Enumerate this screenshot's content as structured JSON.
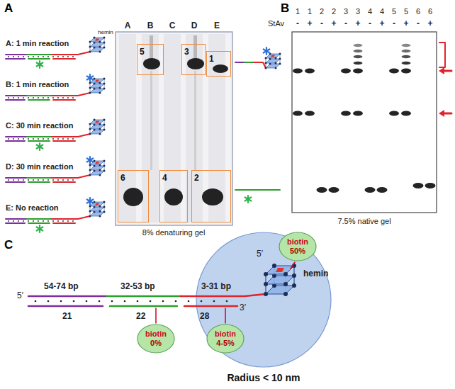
{
  "diagram": {
    "nodes": [
      {
        "text": [
          "5"
        ]
      },
      {
        "text": [
          "3"
        ]
      },
      {
        "text": [
          "1"
        ]
      },
      {
        "text": [
          "6"
        ]
      },
      {
        "text": [
          "4"
        ]
      },
      {
        "text": [
          "2"
        ]
      },
      {
        "text": [
          "biotin",
          "50%"
        ]
      },
      {
        "text": [
          "biotin",
          "0%"
        ]
      },
      {
        "text": [
          "biotin",
          "4-5%"
        ]
      }
    ],
    "labels": [
      "A",
      "A: 1 min reaction",
      "hemin",
      "B: 1 min reaction",
      "C: 30 min reaction",
      "D: 30 min reaction",
      "E: No reaction",
      "A",
      "B",
      "C",
      "D",
      "E",
      "8% denaturing gel",
      "B",
      "1",
      "1",
      "2",
      "2",
      "3",
      "3",
      "4",
      "4",
      "5",
      "5",
      "6",
      "6",
      "StAv",
      "-",
      "+",
      "-",
      "+",
      "-",
      "+",
      "-",
      "+",
      "-",
      "+",
      "-",
      "+",
      "7.5% native gel",
      "C",
      "54-74 bp",
      "32-53 bp",
      "3-31 bp",
      "5′",
      "21",
      "22",
      "28",
      "3′",
      "5′",
      "hemin",
      "Radius < 10 nm"
    ]
  }
}
